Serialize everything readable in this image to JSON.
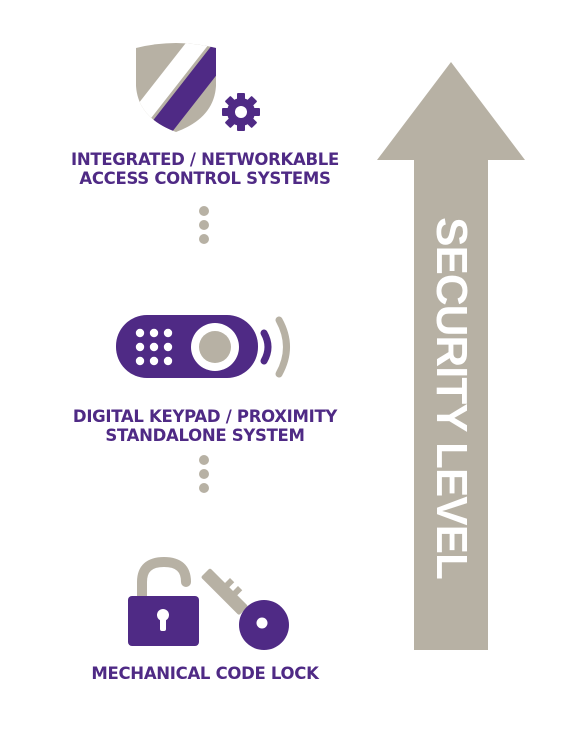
{
  "levels": [
    {
      "line1": "INTEGRATED / NETWORKABLE",
      "line2": "ACCESS CONTROL SYSTEMS",
      "icon": "shield-gear-icon"
    },
    {
      "line1": "DIGITAL KEYPAD / PROXIMITY",
      "line2": "STANDALONE SYSTEM",
      "icon": "keypad-proximity-icon"
    },
    {
      "line1": "MECHANICAL CODE LOCK",
      "icon": "padlock-key-icon"
    }
  ],
  "arrow": {
    "label": "SECURITY LEVEL",
    "direction": "up"
  },
  "colors": {
    "purple": "#4f2a85",
    "gray": "#b7b1a4",
    "background": "#ffffff"
  }
}
